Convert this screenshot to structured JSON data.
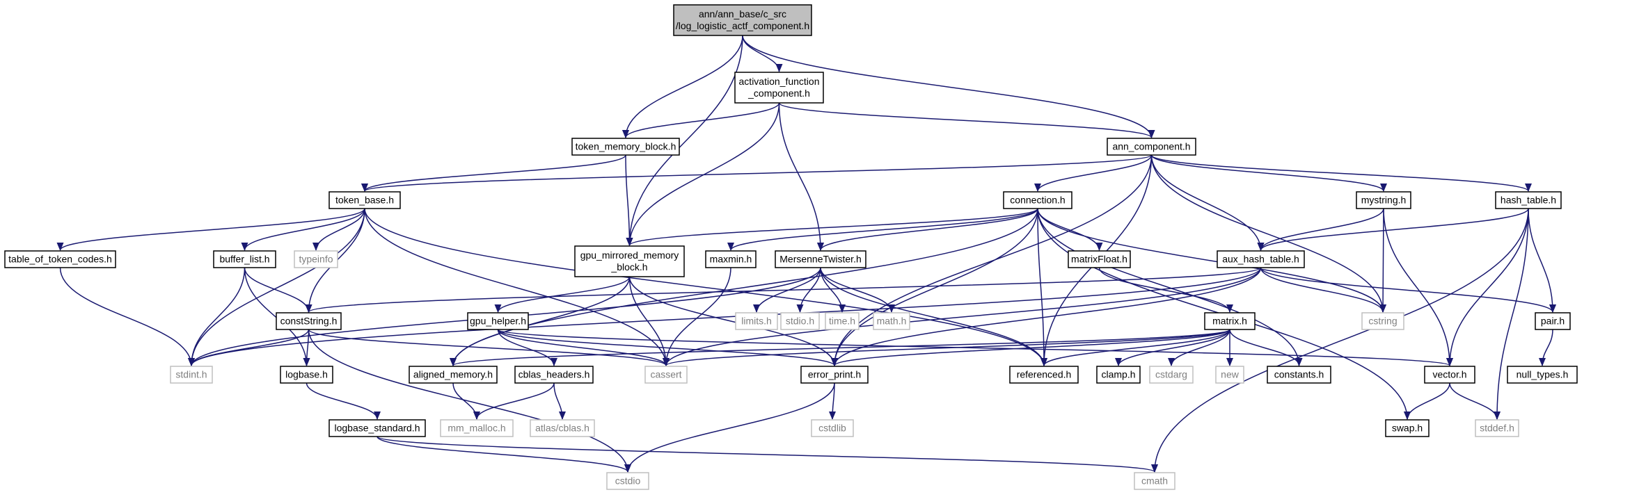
{
  "graph": {
    "colors": {
      "edge": "#191970",
      "node_border": "#000000",
      "system_border": "#bfbfbf",
      "system_text": "#7f7f7f",
      "root_fill": "#bfbfbf",
      "node_fill": "#ffffff",
      "text": "#000000"
    },
    "nodes": [
      {
        "id": "root",
        "lines": [
          "ann/ann_base/c_src",
          "/log_logistic_actf_component.h"
        ],
        "style": "root"
      },
      {
        "id": "activation_function_component",
        "lines": [
          "activation_function",
          "_component.h"
        ],
        "style": "normal"
      },
      {
        "id": "token_memory_block",
        "lines": [
          "token_memory_block.h"
        ],
        "style": "normal"
      },
      {
        "id": "ann_component",
        "lines": [
          "ann_component.h"
        ],
        "style": "normal"
      },
      {
        "id": "token_base",
        "lines": [
          "token_base.h"
        ],
        "style": "normal"
      },
      {
        "id": "connection",
        "lines": [
          "connection.h"
        ],
        "style": "normal"
      },
      {
        "id": "mystring",
        "lines": [
          "mystring.h"
        ],
        "style": "normal"
      },
      {
        "id": "hash_table",
        "lines": [
          "hash_table.h"
        ],
        "style": "normal"
      },
      {
        "id": "table_of_token_codes",
        "lines": [
          "table_of_token_codes.h"
        ],
        "style": "normal"
      },
      {
        "id": "buffer_list",
        "lines": [
          "buffer_list.h"
        ],
        "style": "normal"
      },
      {
        "id": "typeinfo",
        "lines": [
          "typeinfo"
        ],
        "style": "system"
      },
      {
        "id": "gpu_mirrored_memory_block",
        "lines": [
          "gpu_mirrored_memory",
          "_block.h"
        ],
        "style": "normal"
      },
      {
        "id": "maxmin",
        "lines": [
          "maxmin.h"
        ],
        "style": "normal"
      },
      {
        "id": "MersenneTwister",
        "lines": [
          "MersenneTwister.h"
        ],
        "style": "normal"
      },
      {
        "id": "matrixFloat",
        "lines": [
          "matrixFloat.h"
        ],
        "style": "normal"
      },
      {
        "id": "aux_hash_table",
        "lines": [
          "aux_hash_table.h"
        ],
        "style": "normal"
      },
      {
        "id": "constString",
        "lines": [
          "constString.h"
        ],
        "style": "normal"
      },
      {
        "id": "gpu_helper",
        "lines": [
          "gpu_helper.h"
        ],
        "style": "normal"
      },
      {
        "id": "limits",
        "lines": [
          "limits.h"
        ],
        "style": "system"
      },
      {
        "id": "stdio",
        "lines": [
          "stdio.h"
        ],
        "style": "system"
      },
      {
        "id": "time",
        "lines": [
          "time.h"
        ],
        "style": "system"
      },
      {
        "id": "math",
        "lines": [
          "math.h"
        ],
        "style": "system"
      },
      {
        "id": "matrix",
        "lines": [
          "matrix.h"
        ],
        "style": "normal"
      },
      {
        "id": "cstring",
        "lines": [
          "cstring"
        ],
        "style": "system"
      },
      {
        "id": "pair",
        "lines": [
          "pair.h"
        ],
        "style": "normal"
      },
      {
        "id": "stdint",
        "lines": [
          "stdint.h"
        ],
        "style": "system"
      },
      {
        "id": "logbase",
        "lines": [
          "logbase.h"
        ],
        "style": "normal"
      },
      {
        "id": "aligned_memory",
        "lines": [
          "aligned_memory.h"
        ],
        "style": "normal"
      },
      {
        "id": "cblas_headers",
        "lines": [
          "cblas_headers.h"
        ],
        "style": "normal"
      },
      {
        "id": "cassert",
        "lines": [
          "cassert"
        ],
        "style": "system"
      },
      {
        "id": "error_print",
        "lines": [
          "error_print.h"
        ],
        "style": "normal"
      },
      {
        "id": "referenced",
        "lines": [
          "referenced.h"
        ],
        "style": "normal"
      },
      {
        "id": "clamp",
        "lines": [
          "clamp.h"
        ],
        "style": "normal"
      },
      {
        "id": "cstdarg",
        "lines": [
          "cstdarg"
        ],
        "style": "system"
      },
      {
        "id": "new",
        "lines": [
          "new"
        ],
        "style": "system"
      },
      {
        "id": "constants",
        "lines": [
          "constants.h"
        ],
        "style": "normal"
      },
      {
        "id": "vector",
        "lines": [
          "vector.h"
        ],
        "style": "normal"
      },
      {
        "id": "null_types",
        "lines": [
          "null_types.h"
        ],
        "style": "normal"
      },
      {
        "id": "logbase_standard",
        "lines": [
          "logbase_standard.h"
        ],
        "style": "normal"
      },
      {
        "id": "mm_malloc",
        "lines": [
          "mm_malloc.h"
        ],
        "style": "system"
      },
      {
        "id": "atlas_cblas",
        "lines": [
          "atlas/cblas.h"
        ],
        "style": "system"
      },
      {
        "id": "cstdlib",
        "lines": [
          "cstdlib"
        ],
        "style": "system"
      },
      {
        "id": "swap",
        "lines": [
          "swap.h"
        ],
        "style": "normal"
      },
      {
        "id": "stddef",
        "lines": [
          "stddef.h"
        ],
        "style": "system"
      },
      {
        "id": "cstdio",
        "lines": [
          "cstdio"
        ],
        "style": "system"
      },
      {
        "id": "cmath",
        "lines": [
          "cmath"
        ],
        "style": "system"
      }
    ],
    "edges": [
      [
        "root",
        "activation_function_component"
      ],
      [
        "root",
        "token_memory_block"
      ],
      [
        "root",
        "ann_component"
      ],
      [
        "root",
        "gpu_mirrored_memory_block"
      ],
      [
        "activation_function_component",
        "token_memory_block"
      ],
      [
        "activation_function_component",
        "ann_component"
      ],
      [
        "activation_function_component",
        "gpu_mirrored_memory_block"
      ],
      [
        "activation_function_component",
        "MersenneTwister"
      ],
      [
        "token_memory_block",
        "token_base"
      ],
      [
        "token_memory_block",
        "gpu_mirrored_memory_block"
      ],
      [
        "ann_component",
        "token_base"
      ],
      [
        "ann_component",
        "connection"
      ],
      [
        "ann_component",
        "mystring"
      ],
      [
        "ann_component",
        "hash_table"
      ],
      [
        "ann_component",
        "aux_hash_table"
      ],
      [
        "ann_component",
        "error_print"
      ],
      [
        "ann_component",
        "referenced"
      ],
      [
        "ann_component",
        "cstring"
      ],
      [
        "token_base",
        "table_of_token_codes"
      ],
      [
        "token_base",
        "buffer_list"
      ],
      [
        "token_base",
        "typeinfo"
      ],
      [
        "token_base",
        "constString"
      ],
      [
        "token_base",
        "stdint"
      ],
      [
        "token_base",
        "cassert"
      ],
      [
        "token_base",
        "referenced"
      ],
      [
        "connection",
        "gpu_mirrored_memory_block"
      ],
      [
        "connection",
        "maxmin"
      ],
      [
        "connection",
        "MersenneTwister"
      ],
      [
        "connection",
        "matrixFloat"
      ],
      [
        "connection",
        "aligned_memory"
      ],
      [
        "connection",
        "error_print"
      ],
      [
        "connection",
        "referenced"
      ],
      [
        "connection",
        "constants"
      ],
      [
        "connection",
        "swap"
      ],
      [
        "connection",
        "cstring"
      ],
      [
        "mystring",
        "aux_hash_table"
      ],
      [
        "mystring",
        "cstring"
      ],
      [
        "mystring",
        "vector"
      ],
      [
        "hash_table",
        "aux_hash_table"
      ],
      [
        "hash_table",
        "pair"
      ],
      [
        "hash_table",
        "vector"
      ],
      [
        "hash_table",
        "stddef"
      ],
      [
        "hash_table",
        "cmath"
      ],
      [
        "table_of_token_codes",
        "stdint"
      ],
      [
        "buffer_list",
        "constString"
      ],
      [
        "buffer_list",
        "stdint"
      ],
      [
        "buffer_list",
        "logbase"
      ],
      [
        "gpu_mirrored_memory_block",
        "gpu_helper"
      ],
      [
        "gpu_mirrored_memory_block",
        "aligned_memory"
      ],
      [
        "gpu_mirrored_memory_block",
        "error_print"
      ],
      [
        "gpu_mirrored_memory_block",
        "cassert"
      ],
      [
        "maxmin",
        "cassert"
      ],
      [
        "MersenneTwister",
        "limits"
      ],
      [
        "MersenneTwister",
        "stdio"
      ],
      [
        "MersenneTwister",
        "time"
      ],
      [
        "MersenneTwister",
        "math"
      ],
      [
        "MersenneTwister",
        "referenced"
      ],
      [
        "MersenneTwister",
        "stdint"
      ],
      [
        "matrixFloat",
        "matrix"
      ],
      [
        "aux_hash_table",
        "constString"
      ],
      [
        "aux_hash_table",
        "pair"
      ],
      [
        "aux_hash_table",
        "cstring"
      ],
      [
        "aux_hash_table",
        "error_print"
      ],
      [
        "aux_hash_table",
        "stdint"
      ],
      [
        "aux_hash_table",
        "cassert"
      ],
      [
        "constString",
        "stdint"
      ],
      [
        "constString",
        "logbase"
      ],
      [
        "constString",
        "cassert"
      ],
      [
        "constString",
        "cstdio"
      ],
      [
        "gpu_helper",
        "cblas_headers"
      ],
      [
        "gpu_helper",
        "cassert"
      ],
      [
        "gpu_helper",
        "error_print"
      ],
      [
        "gpu_helper",
        "vector"
      ],
      [
        "matrix",
        "aligned_memory"
      ],
      [
        "matrix",
        "cassert"
      ],
      [
        "matrix",
        "referenced"
      ],
      [
        "matrix",
        "clamp"
      ],
      [
        "matrix",
        "cstdarg"
      ],
      [
        "matrix",
        "new"
      ],
      [
        "matrix",
        "constants"
      ],
      [
        "matrix",
        "error_print"
      ],
      [
        "pair",
        "null_types"
      ],
      [
        "logbase",
        "logbase_standard"
      ],
      [
        "aligned_memory",
        "mm_malloc"
      ],
      [
        "cblas_headers",
        "mm_malloc"
      ],
      [
        "cblas_headers",
        "atlas_cblas"
      ],
      [
        "error_print",
        "cstdlib"
      ],
      [
        "error_print",
        "cstdio"
      ],
      [
        "vector",
        "swap"
      ],
      [
        "vector",
        "stddef"
      ],
      [
        "logbase_standard",
        "cstdio"
      ],
      [
        "logbase_standard",
        "cmath"
      ]
    ]
  }
}
